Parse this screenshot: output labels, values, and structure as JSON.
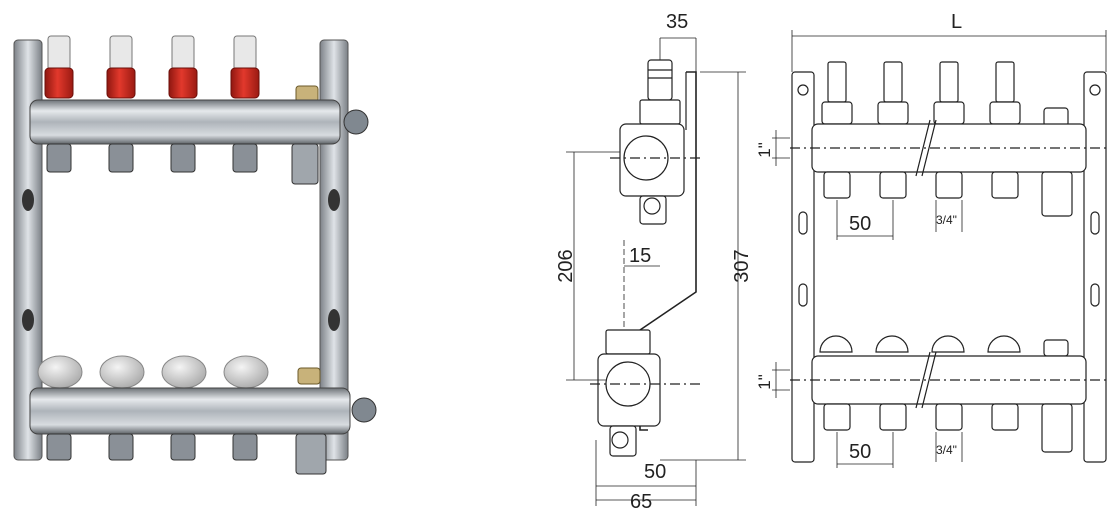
{
  "side_view": {
    "dim_top_width": "35",
    "dim_total_height": "307",
    "dim_pipe_spacing": "206",
    "dim_wall_offset": "15",
    "dim_bottom_depth": "50",
    "dim_total_depth": "65"
  },
  "front_view": {
    "dim_length": "L",
    "dim_pipe_top": "1\"",
    "dim_pipe_bottom": "1\"",
    "dim_outlet_spacing_top": "50",
    "dim_outlet_spacing_bottom": "50",
    "dim_thread_top": "3/4\"",
    "dim_thread_bottom": "3/4\""
  },
  "colors": {
    "flowmeter_red": "#d32a1f",
    "cap_grey": "#cfcfcf",
    "steel": "#b9bec4",
    "line": "#222222"
  }
}
